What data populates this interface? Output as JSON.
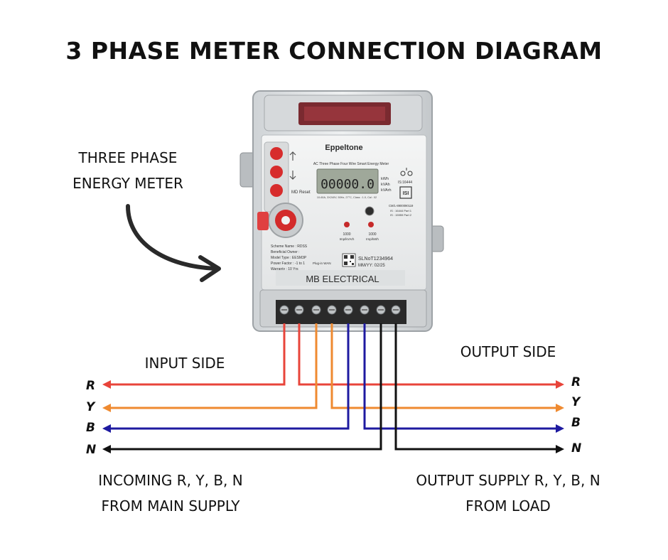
{
  "title": "3 PHASE METER CONNECTION DIAGRAM",
  "meter": {
    "callout_line1": "THREE PHASE",
    "callout_line2": "ENERGY METER",
    "brand": "Eppeltone",
    "subtitle": "AC Three Phase Four Wire Smart Energy Meter",
    "lcd_reading": "00000.0",
    "units": [
      "kWh",
      "kVAh",
      "kVArh"
    ],
    "spec": "10-60A, 3X240V, 50Hz, 27°C, Class : 1.0, Cal : 02",
    "is_standard": "IS:16444",
    "cml_no": "CM/L-8900090119",
    "is_part1": "IS : 16444 Part 1",
    "is_part2": "IS : 15959 Part 2",
    "md_reset": "MD Reset",
    "pulse_left_value": "1000",
    "pulse_left_unit": "Imp/kVArh",
    "pulse_right_value": "1000",
    "pulse_right_unit": "Imp/kWh",
    "scheme_name": "Scheme Name : RDSS",
    "beneficial_owner": "Beneficial Owner :",
    "model_type": "Model Type : EESM3P",
    "power_factor": "Power Factor : -1 to 1",
    "plug_in": "Plug-in WAN",
    "warranty": "Warranty : 10 Yrs",
    "serial": "SLNoT1234964",
    "mfg_date": "MM/YY: 02/25",
    "company": "MB ELECTRICAL"
  },
  "input": {
    "heading": "INPUT SIDE",
    "phases": [
      "R",
      "Y",
      "B",
      "N"
    ],
    "caption_line1": "INCOMING R, Y, B, N",
    "caption_line2": "FROM MAIN SUPPLY"
  },
  "output": {
    "heading": "OUTPUT SIDE",
    "phases": [
      "R",
      "Y",
      "B",
      "N"
    ],
    "caption_line1": "OUTPUT SUPPLY  R, Y, B, N",
    "caption_line2": "FROM LOAD"
  },
  "colors": {
    "R": "#e8443a",
    "Y": "#ef8a30",
    "B": "#1e1aa0",
    "N": "#111111"
  }
}
